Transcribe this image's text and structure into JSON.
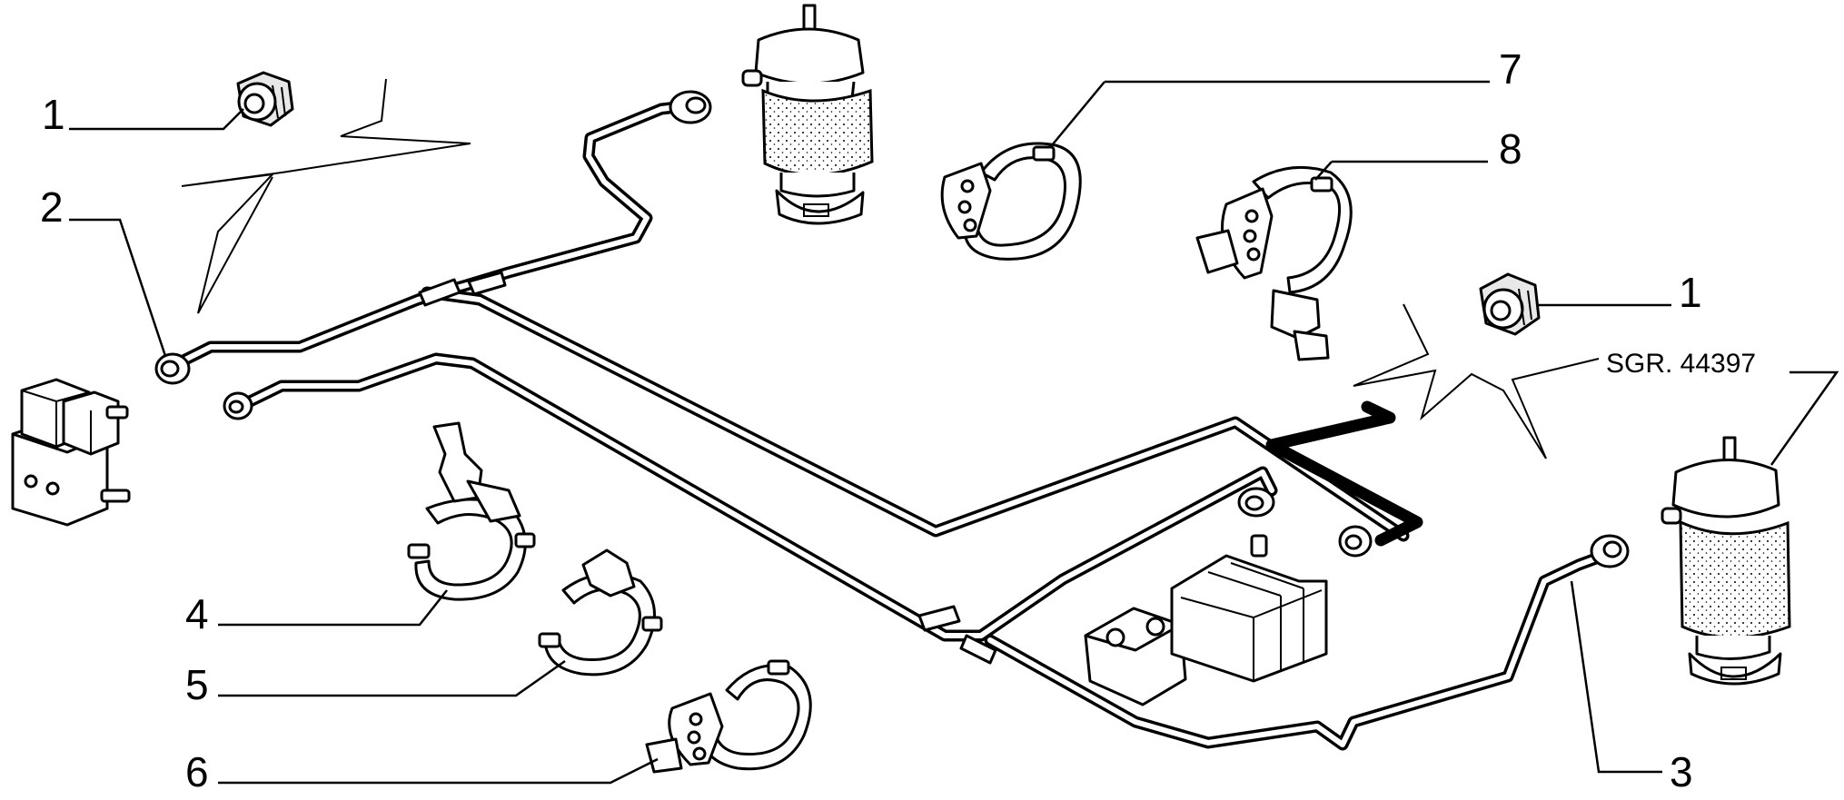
{
  "reference": "SGR. 44397",
  "callouts": [
    {
      "id": "c1a",
      "label": "1"
    },
    {
      "id": "c2",
      "label": "2"
    },
    {
      "id": "c7",
      "label": "7"
    },
    {
      "id": "c8",
      "label": "8"
    },
    {
      "id": "c1b",
      "label": "1"
    },
    {
      "id": "c4",
      "label": "4"
    },
    {
      "id": "c5",
      "label": "5"
    },
    {
      "id": "c6",
      "label": "6"
    },
    {
      "id": "c3",
      "label": "3"
    }
  ]
}
